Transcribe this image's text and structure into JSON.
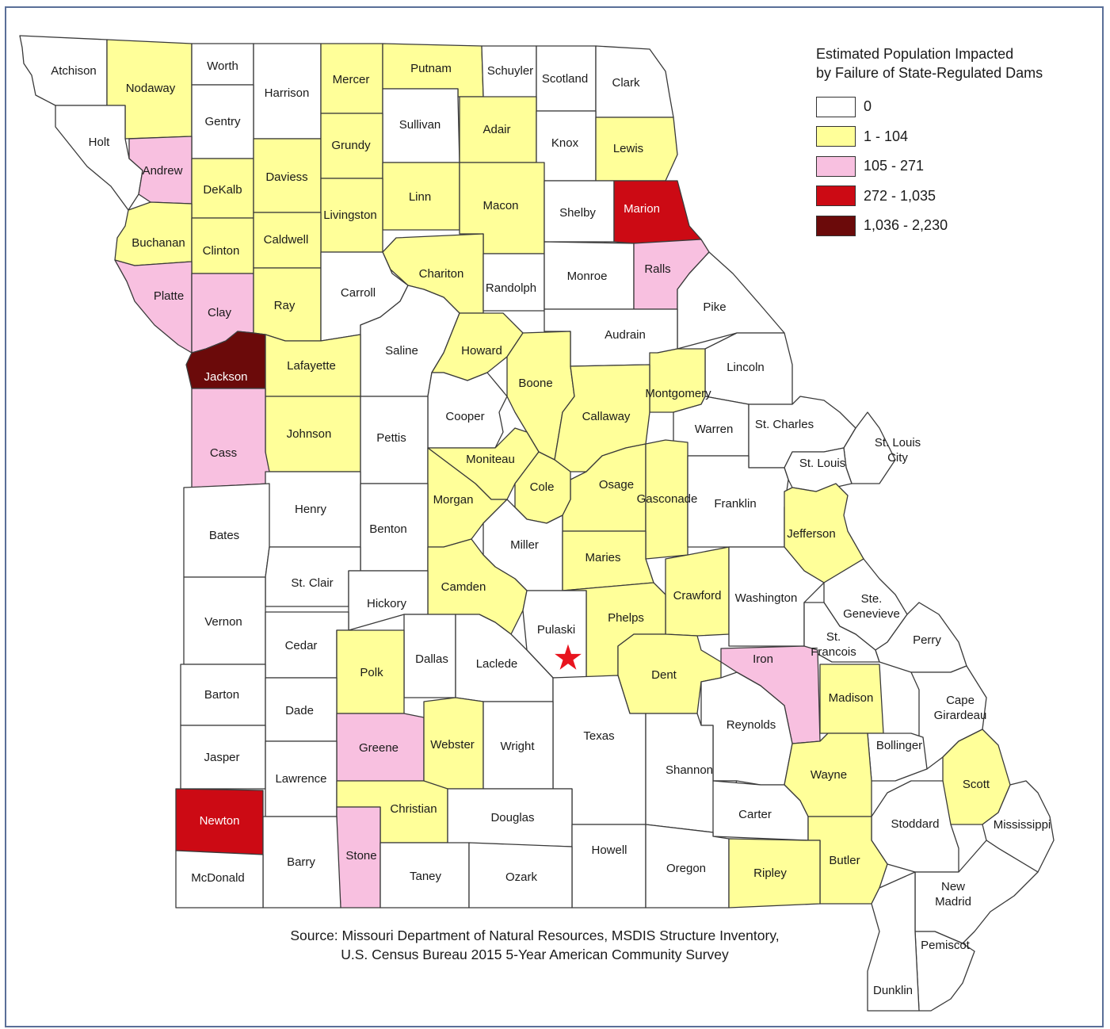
{
  "legend": {
    "title_line1": "Estimated Population Impacted",
    "title_line2": "by Failure of State-Regulated Dams",
    "classes": [
      {
        "label": "0",
        "color": "#ffffff"
      },
      {
        "label": "1 - 104",
        "color": "#ffff99"
      },
      {
        "label": "105 - 271",
        "color": "#f8c0e0"
      },
      {
        "label": "272 - 1,035",
        "color": "#cc0a14"
      },
      {
        "label": "1,036 - 2,230",
        "color": "#6b0a0a"
      }
    ]
  },
  "source": {
    "line1": "Source: Missouri Department of Natural Resources, MSDIS Structure Inventory,",
    "line2": "U.S. Census Bureau 2015 5-Year American Community Survey"
  },
  "marker": {
    "symbol": "★",
    "color": "#e8141e",
    "county": "Pulaski"
  },
  "counties": [
    {
      "name": "Atchison",
      "cls": 0
    },
    {
      "name": "Nodaway",
      "cls": 1
    },
    {
      "name": "Worth",
      "cls": 0
    },
    {
      "name": "Harrison",
      "cls": 0
    },
    {
      "name": "Mercer",
      "cls": 1
    },
    {
      "name": "Putnam",
      "cls": 1
    },
    {
      "name": "Schuyler",
      "cls": 0
    },
    {
      "name": "Scotland",
      "cls": 0
    },
    {
      "name": "Clark",
      "cls": 0
    },
    {
      "name": "Holt",
      "cls": 0
    },
    {
      "name": "Gentry",
      "cls": 0
    },
    {
      "name": "Sullivan",
      "cls": 0
    },
    {
      "name": "Adair",
      "cls": 1
    },
    {
      "name": "Knox",
      "cls": 0
    },
    {
      "name": "Lewis",
      "cls": 1
    },
    {
      "name": "Andrew",
      "cls": 2
    },
    {
      "name": "DeKalb",
      "cls": 1
    },
    {
      "name": "Daviess",
      "cls": 1
    },
    {
      "name": "Grundy",
      "cls": 1
    },
    {
      "name": "Linn",
      "cls": 1
    },
    {
      "name": "Macon",
      "cls": 1
    },
    {
      "name": "Shelby",
      "cls": 0
    },
    {
      "name": "Marion",
      "cls": 3
    },
    {
      "name": "Livingston",
      "cls": 1
    },
    {
      "name": "Buchanan",
      "cls": 1
    },
    {
      "name": "Clinton",
      "cls": 1
    },
    {
      "name": "Caldwell",
      "cls": 1
    },
    {
      "name": "Chariton",
      "cls": 1
    },
    {
      "name": "Randolph",
      "cls": 0
    },
    {
      "name": "Monroe",
      "cls": 0
    },
    {
      "name": "Ralls",
      "cls": 2
    },
    {
      "name": "Platte",
      "cls": 2
    },
    {
      "name": "Clay",
      "cls": 2
    },
    {
      "name": "Ray",
      "cls": 1
    },
    {
      "name": "Carroll",
      "cls": 0
    },
    {
      "name": "Pike",
      "cls": 0
    },
    {
      "name": "Audrain",
      "cls": 0
    },
    {
      "name": "Saline",
      "cls": 0
    },
    {
      "name": "Howard",
      "cls": 1
    },
    {
      "name": "Jackson",
      "cls": 4
    },
    {
      "name": "Lafayette",
      "cls": 1
    },
    {
      "name": "Boone",
      "cls": 1
    },
    {
      "name": "Lincoln",
      "cls": 0
    },
    {
      "name": "Montgomery",
      "cls": 1
    },
    {
      "name": "Callaway",
      "cls": 1
    },
    {
      "name": "Cooper",
      "cls": 0
    },
    {
      "name": "Johnson",
      "cls": 1
    },
    {
      "name": "Pettis",
      "cls": 0
    },
    {
      "name": "Warren",
      "cls": 0
    },
    {
      "name": "St. Charles",
      "cls": 0
    },
    {
      "name": "St. Louis City",
      "cls": 0
    },
    {
      "name": "Cass",
      "cls": 2
    },
    {
      "name": "Moniteau",
      "cls": 1
    },
    {
      "name": "St. Louis",
      "cls": 0
    },
    {
      "name": "Osage",
      "cls": 1
    },
    {
      "name": "Cole",
      "cls": 1
    },
    {
      "name": "Gasconade",
      "cls": 1
    },
    {
      "name": "Franklin",
      "cls": 0
    },
    {
      "name": "Morgan",
      "cls": 1
    },
    {
      "name": "Henry",
      "cls": 0
    },
    {
      "name": "Benton",
      "cls": 0
    },
    {
      "name": "Jefferson",
      "cls": 1
    },
    {
      "name": "Bates",
      "cls": 0
    },
    {
      "name": "Miller",
      "cls": 0
    },
    {
      "name": "Maries",
      "cls": 1
    },
    {
      "name": "St. Clair",
      "cls": 0
    },
    {
      "name": "Camden",
      "cls": 1
    },
    {
      "name": "Crawford",
      "cls": 1
    },
    {
      "name": "Washington",
      "cls": 0
    },
    {
      "name": "Ste. Genevieve",
      "cls": 0
    },
    {
      "name": "Hickory",
      "cls": 0
    },
    {
      "name": "Phelps",
      "cls": 1
    },
    {
      "name": "Vernon",
      "cls": 0
    },
    {
      "name": "Pulaski",
      "cls": 0
    },
    {
      "name": "St. Francois",
      "cls": 0
    },
    {
      "name": "Perry",
      "cls": 0
    },
    {
      "name": "Cedar",
      "cls": 0
    },
    {
      "name": "Iron",
      "cls": 2
    },
    {
      "name": "Dallas",
      "cls": 0
    },
    {
      "name": "Laclede",
      "cls": 0
    },
    {
      "name": "Polk",
      "cls": 1
    },
    {
      "name": "Dent",
      "cls": 1
    },
    {
      "name": "Madison",
      "cls": 1
    },
    {
      "name": "Cape Girardeau",
      "cls": 0
    },
    {
      "name": "Barton",
      "cls": 0
    },
    {
      "name": "Dade",
      "cls": 0
    },
    {
      "name": "Reynolds",
      "cls": 0
    },
    {
      "name": "Texas",
      "cls": 0
    },
    {
      "name": "Greene",
      "cls": 2
    },
    {
      "name": "Webster",
      "cls": 1
    },
    {
      "name": "Wright",
      "cls": 0
    },
    {
      "name": "Bollinger",
      "cls": 0
    },
    {
      "name": "Jasper",
      "cls": 0
    },
    {
      "name": "Shannon",
      "cls": 0
    },
    {
      "name": "Wayne",
      "cls": 1
    },
    {
      "name": "Lawrence",
      "cls": 0
    },
    {
      "name": "Scott",
      "cls": 1
    },
    {
      "name": "Christian",
      "cls": 1
    },
    {
      "name": "Carter",
      "cls": 0
    },
    {
      "name": "Douglas",
      "cls": 0
    },
    {
      "name": "Newton",
      "cls": 3
    },
    {
      "name": "Stoddard",
      "cls": 0
    },
    {
      "name": "Mississippi",
      "cls": 0
    },
    {
      "name": "Howell",
      "cls": 0
    },
    {
      "name": "Stone",
      "cls": 2
    },
    {
      "name": "Barry",
      "cls": 0
    },
    {
      "name": "Butler",
      "cls": 1
    },
    {
      "name": "Oregon",
      "cls": 0
    },
    {
      "name": "Ripley",
      "cls": 1
    },
    {
      "name": "Taney",
      "cls": 0
    },
    {
      "name": "Ozark",
      "cls": 0
    },
    {
      "name": "McDonald",
      "cls": 0
    },
    {
      "name": "New Madrid",
      "cls": 0
    },
    {
      "name": "Pemiscot",
      "cls": 0
    },
    {
      "name": "Dunklin",
      "cls": 0
    }
  ]
}
